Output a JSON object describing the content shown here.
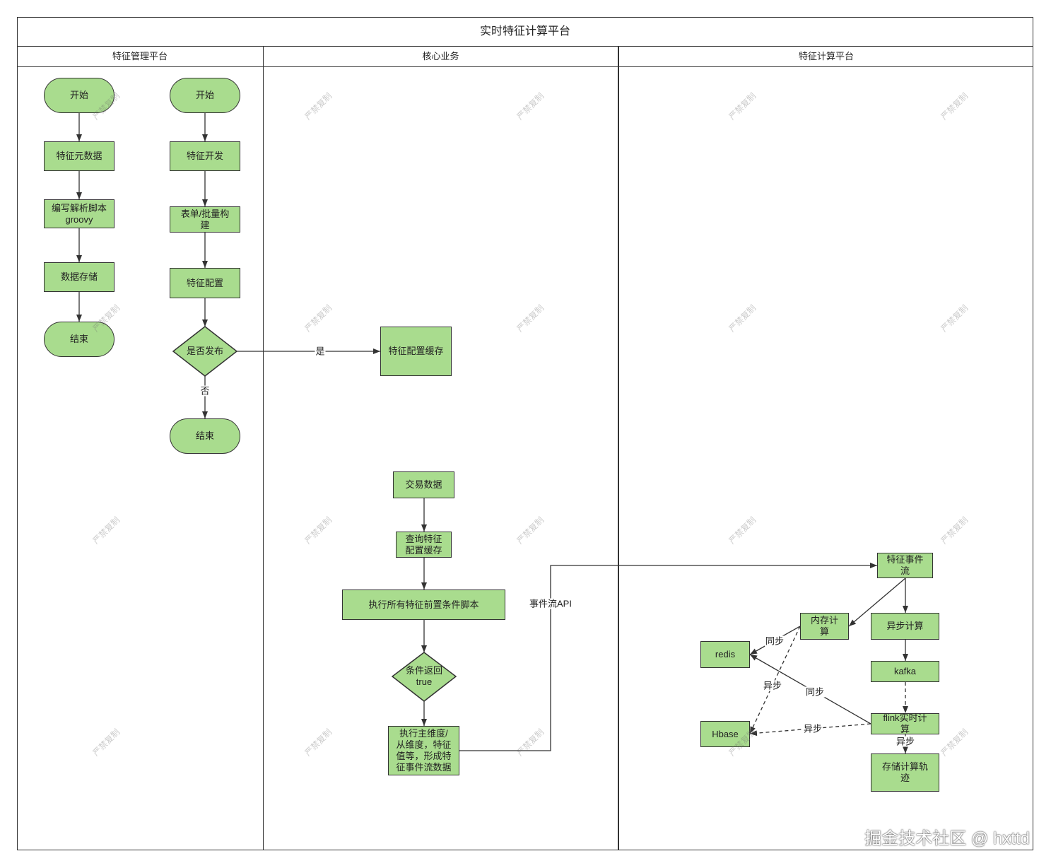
{
  "title": "实时特征计算平台",
  "lanes": [
    "特征管理平台",
    "核心业务",
    "特征计算平台"
  ],
  "nodes": {
    "metadata_flow": {
      "start": "开始",
      "feature_metadata": "特征元数据",
      "write_script": "编写解析脚本\ngroovy",
      "data_storage": "数据存储",
      "end": "结束"
    },
    "dev_flow": {
      "start": "开始",
      "feature_dev": "特征开发",
      "form_batch_build": "表单/批量构\n建",
      "feature_config": "特征配置",
      "publish_decision": "是否发布",
      "end": "结束"
    },
    "core": {
      "feature_config_cache": "特征配置缓存",
      "trade_data": "交易数据",
      "query_config_cache": "查询特征\n配置缓存",
      "exec_preconditions": "执行所有特征前置条件脚本",
      "condition_true": "条件返回\ntrue",
      "exec_dimensions": "执行主维度/\n从维度，特征\n值等，形成特\n征事件流数据"
    },
    "compute": {
      "feature_event_stream": "特征事件\n流",
      "memory_compute": "内存计\n算",
      "async_compute": "异步计算",
      "redis": "redis",
      "kafka": "kafka",
      "hbase": "Hbase",
      "flink": "flink实时计\n算",
      "store_trace": "存储计算轨\n迹"
    }
  },
  "edge_labels": {
    "publish_yes": "是",
    "publish_no": "否",
    "event_stream_api": "事件流API",
    "memory_to_redis": "同步",
    "memory_to_hbase": "异步",
    "flink_to_redis": "同步",
    "flink_to_hbase": "异步",
    "flink_to_trace": "异步"
  },
  "watermark": "严禁复制",
  "credit": "掘金技术社区 @ hxttd",
  "colors": {
    "node_fill": "#a9dc8e",
    "stroke": "#333333"
  }
}
